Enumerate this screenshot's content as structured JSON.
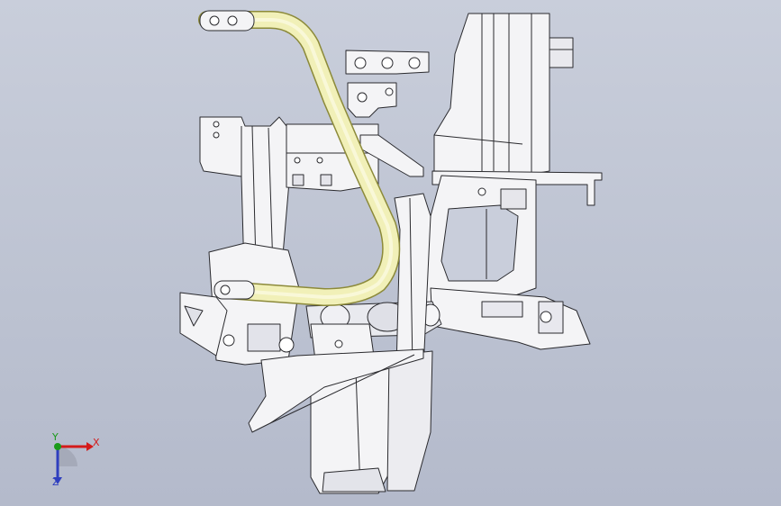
{
  "viewport": {
    "background_top": "#c9cedb",
    "background_bottom": "#b4bacb"
  },
  "model": {
    "part_fill": "#f4f4f6",
    "part_shade": "#d9dbe2",
    "edge_color": "#2a2a2e",
    "highlight_tube_color": "#f1f0b8",
    "highlight_tube_edge": "#8c8a3a"
  },
  "triad": {
    "x_label": "X",
    "y_label": "Y",
    "z_label": "Z",
    "x_color": "#d41a1a",
    "y_color": "#1a9a1a",
    "z_color": "#2f3fbf"
  }
}
